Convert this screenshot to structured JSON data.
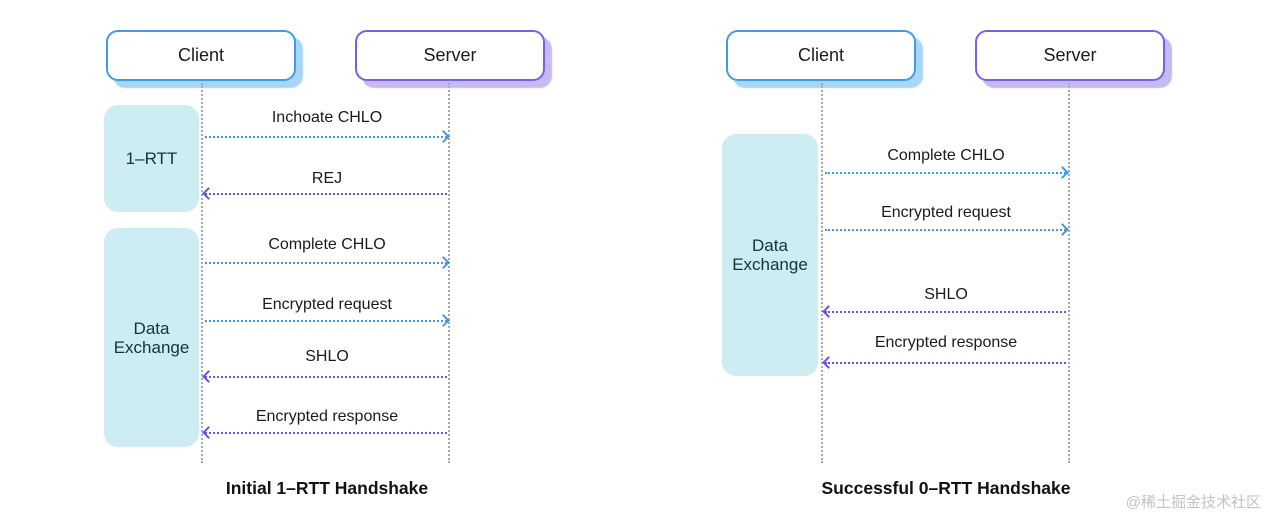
{
  "colors": {
    "client_border": "#3E9CE8",
    "client_shadow": "#A9D6F7",
    "server_border": "#7A60E8",
    "server_shadow": "#C6BAF2",
    "arrow_blue": "#3E9AE8",
    "arrow_purple": "#6456E2",
    "phase_fill": "#CDEDF2",
    "lifeline_gray": "#A6ABAF",
    "text_dark": "#1B1B1B",
    "watermark_gray": "#C4C4C4"
  },
  "watermark": "@稀土掘金技术社区",
  "diagrams": [
    {
      "caption": "Initial 1–RTT Handshake",
      "actors": [
        {
          "label": "Client"
        },
        {
          "label": "Server"
        }
      ],
      "phases": [
        {
          "label": "1–RTT"
        },
        {
          "label": "Data Exchange"
        }
      ],
      "messages": [
        {
          "label": "Inchoate CHLO",
          "from": "Client",
          "to": "Server",
          "direction": "right",
          "color": "blue"
        },
        {
          "label": "REJ",
          "from": "Server",
          "to": "Client",
          "direction": "left",
          "color": "purple"
        },
        {
          "label": "Complete CHLO",
          "from": "Client",
          "to": "Server",
          "direction": "right",
          "color": "blue"
        },
        {
          "label": "Encrypted request",
          "from": "Client",
          "to": "Server",
          "direction": "right",
          "color": "blue"
        },
        {
          "label": "SHLO",
          "from": "Server",
          "to": "Client",
          "direction": "left",
          "color": "purple"
        },
        {
          "label": "Encrypted response",
          "from": "Server",
          "to": "Client",
          "direction": "left",
          "color": "purple"
        }
      ]
    },
    {
      "caption": "Successful 0–RTT Handshake",
      "actors": [
        {
          "label": "Client"
        },
        {
          "label": "Server"
        }
      ],
      "phases": [
        {
          "label": "Data Exchange"
        }
      ],
      "messages": [
        {
          "label": "Complete CHLO",
          "from": "Client",
          "to": "Server",
          "direction": "right",
          "color": "blue"
        },
        {
          "label": "Encrypted request",
          "from": "Client",
          "to": "Server",
          "direction": "right",
          "color": "blue"
        },
        {
          "label": "SHLO",
          "from": "Server",
          "to": "Client",
          "direction": "left",
          "color": "purple"
        },
        {
          "label": "Encrypted response",
          "from": "Server",
          "to": "Client",
          "direction": "left",
          "color": "purple"
        }
      ]
    }
  ]
}
